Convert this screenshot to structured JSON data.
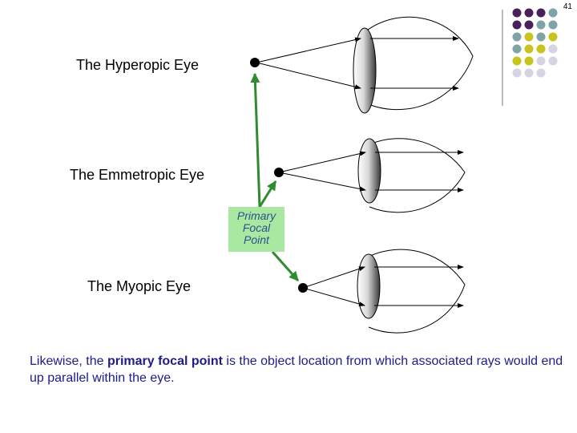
{
  "slide": {
    "number": "41"
  },
  "eyes": [
    {
      "id": "hyperopic",
      "label": "The Hyperopic Eye"
    },
    {
      "id": "emmetropic",
      "label": "The Emmetropic Eye"
    },
    {
      "id": "myopic",
      "label": "The Myopic Eye"
    }
  ],
  "focal_point": {
    "line1": "Primary",
    "line2": "Focal",
    "line3": "Point"
  },
  "caption": {
    "before": "Likewise, the ",
    "emphasis": "primary focal point",
    "after": " is the object location from which associated rays would end up parallel within the eye."
  },
  "colors": {
    "arrow_green": "#2e8b2e",
    "focal_box_bg": "#a8e8a0",
    "caption_text": "#1c1c8a",
    "dot_purple": "#4b1f5a",
    "dot_teal": "#7fa4a8",
    "dot_olive": "#c8c31e",
    "dot_lavender": "#d6d3e3"
  },
  "decoration": {
    "dot_grid": [
      [
        "purple",
        "purple",
        "purple",
        "teal"
      ],
      [
        "purple",
        "purple",
        "teal",
        "teal"
      ],
      [
        "teal",
        "olive",
        "teal",
        "olive"
      ],
      [
        "teal",
        "olive",
        "olive",
        "lavender"
      ],
      [
        "olive",
        "olive",
        "lavender",
        "lavender"
      ],
      [
        "lavender",
        "lavender",
        "lavender"
      ]
    ]
  }
}
